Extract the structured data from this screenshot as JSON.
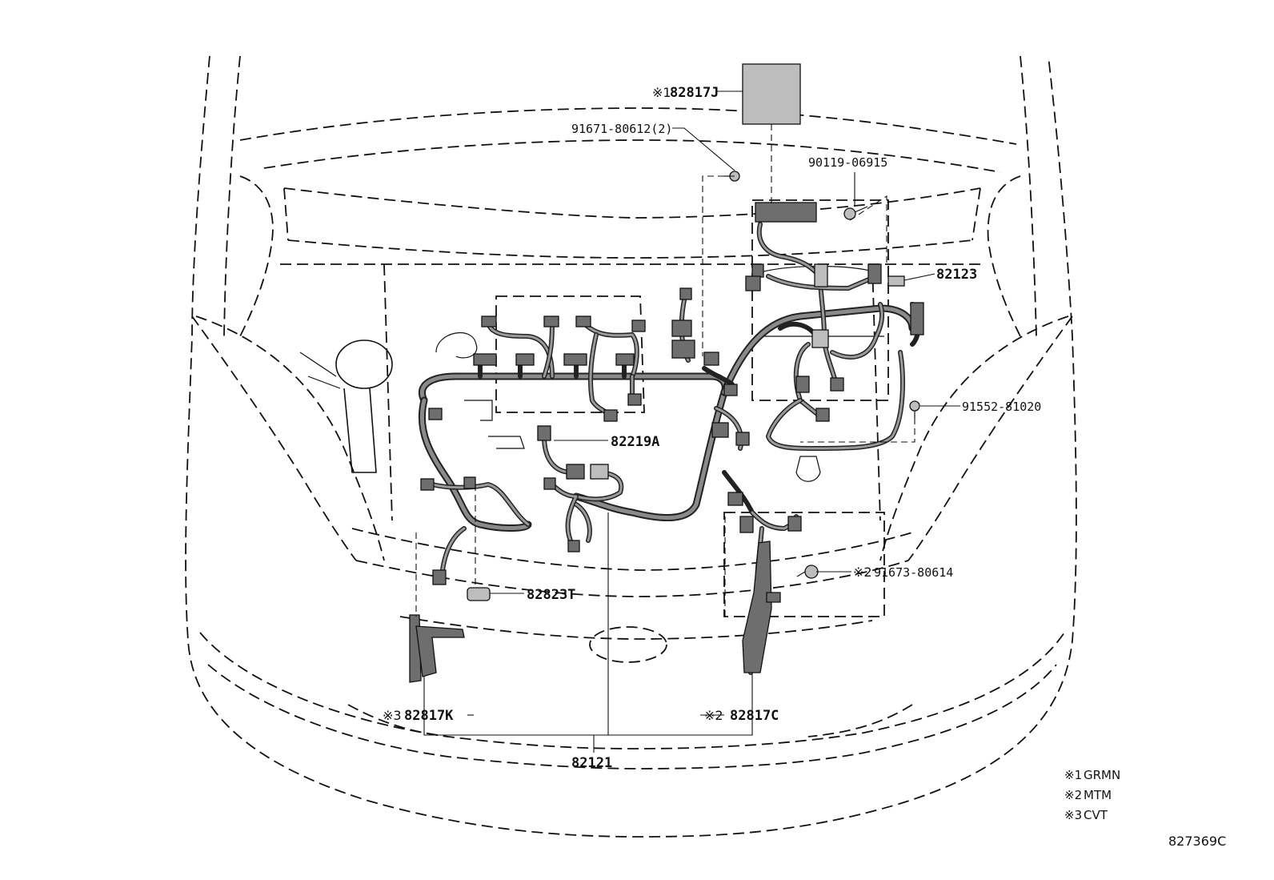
{
  "callouts": {
    "p82817J": {
      "mark": "※1",
      "number": "82817J"
    },
    "p91671": {
      "number": "91671-80612(2)"
    },
    "p90119": {
      "number": "90119-06915"
    },
    "p82123": {
      "number": "82123"
    },
    "p91552": {
      "number": "91552-81020"
    },
    "p82219A": {
      "number": "82219A"
    },
    "p91673": {
      "mark": "※2",
      "number": "91673-80614"
    },
    "p82823T": {
      "number": "82823T"
    },
    "p82817K": {
      "mark": "※3",
      "number": "82817K"
    },
    "p82817C": {
      "mark": "※2",
      "number": "82817C"
    },
    "p82121": {
      "number": "82121"
    }
  },
  "legend": [
    {
      "mark": "※1",
      "label": "GRMN"
    },
    {
      "mark": "※2",
      "label": "MTM"
    },
    {
      "mark": "※3",
      "label": "CVT"
    }
  ],
  "diagram_ref": "827369C"
}
